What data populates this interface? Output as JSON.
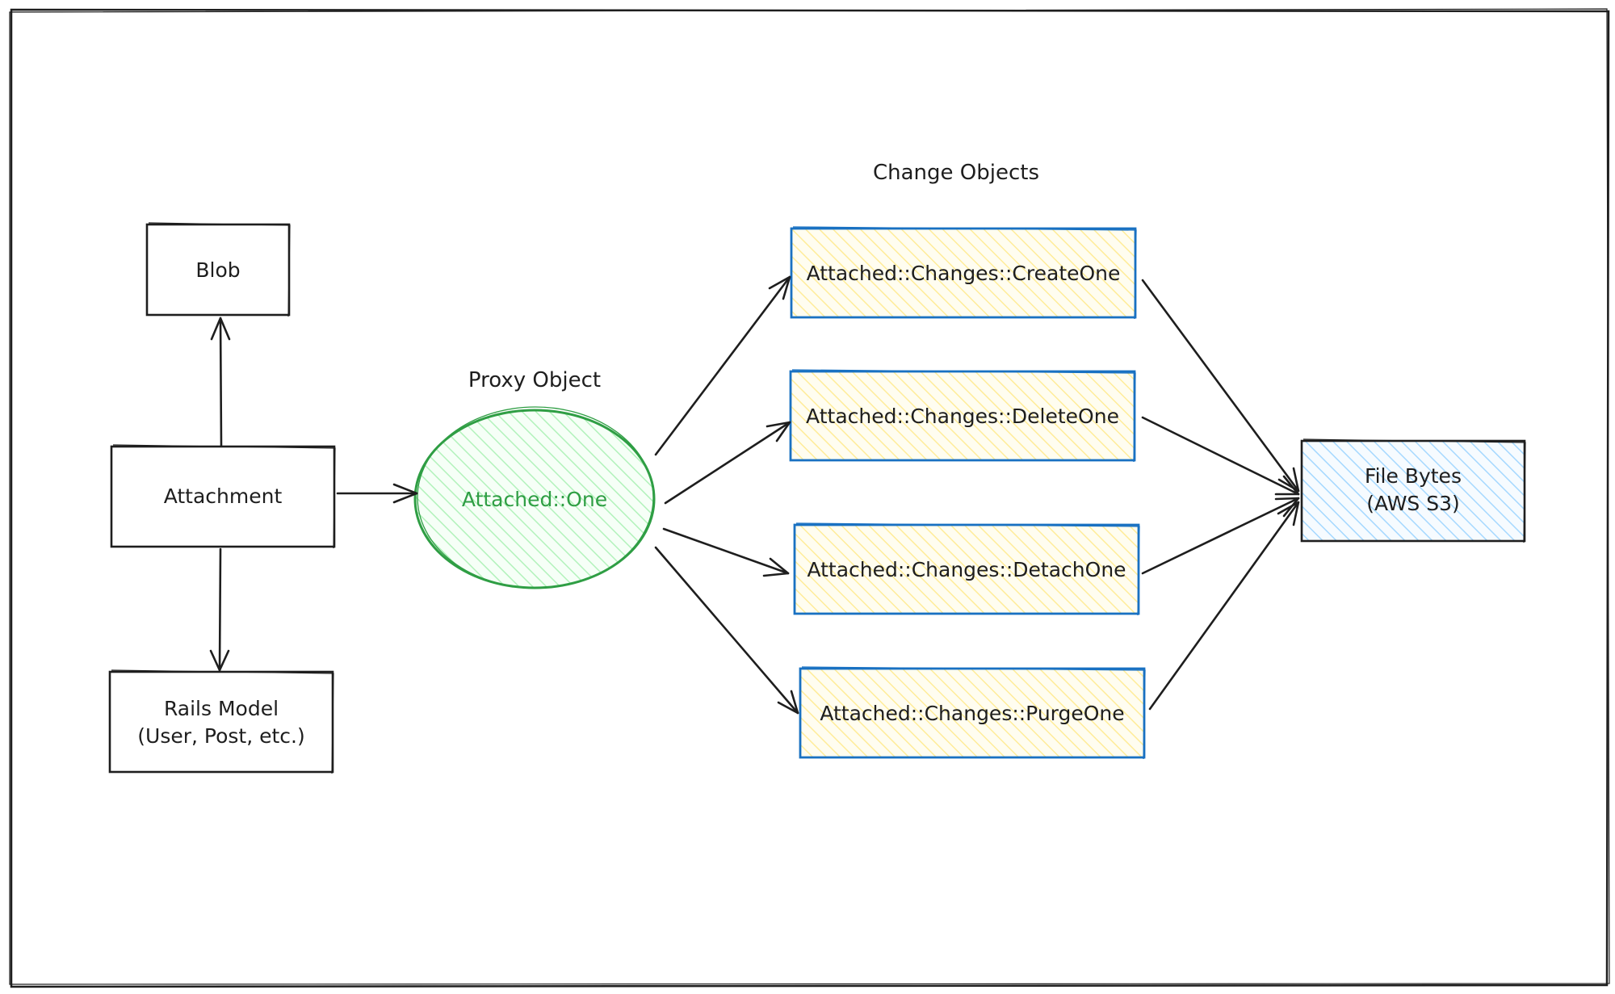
{
  "colors": {
    "stroke": "#1e1e1e",
    "proxy_stroke": "#2f9e44",
    "proxy_fill": "#b2f2bb",
    "change_stroke": "#1971c2",
    "change_fill": "#ffec99",
    "storage_stroke": "#1e1e1e",
    "storage_fill": "#a5d8ff"
  },
  "labels": {
    "change_objects": "Change Objects",
    "proxy_object": "Proxy Object"
  },
  "nodes": {
    "blob": {
      "label": "Blob"
    },
    "attachment": {
      "label": "Attachment"
    },
    "rails_model": {
      "line1": "Rails Model",
      "line2": "(User, Post, etc.)"
    },
    "attached_one": {
      "label": "Attached::One"
    },
    "create_one": {
      "label": "Attached::Changes::CreateOne"
    },
    "delete_one": {
      "label": "Attached::Changes::DeleteOne"
    },
    "detach_one": {
      "label": "Attached::Changes::DetachOne"
    },
    "purge_one": {
      "label": "Attached::Changes::PurgeOne"
    },
    "file_bytes": {
      "line1": "File Bytes",
      "line2": "(AWS S3)"
    }
  }
}
